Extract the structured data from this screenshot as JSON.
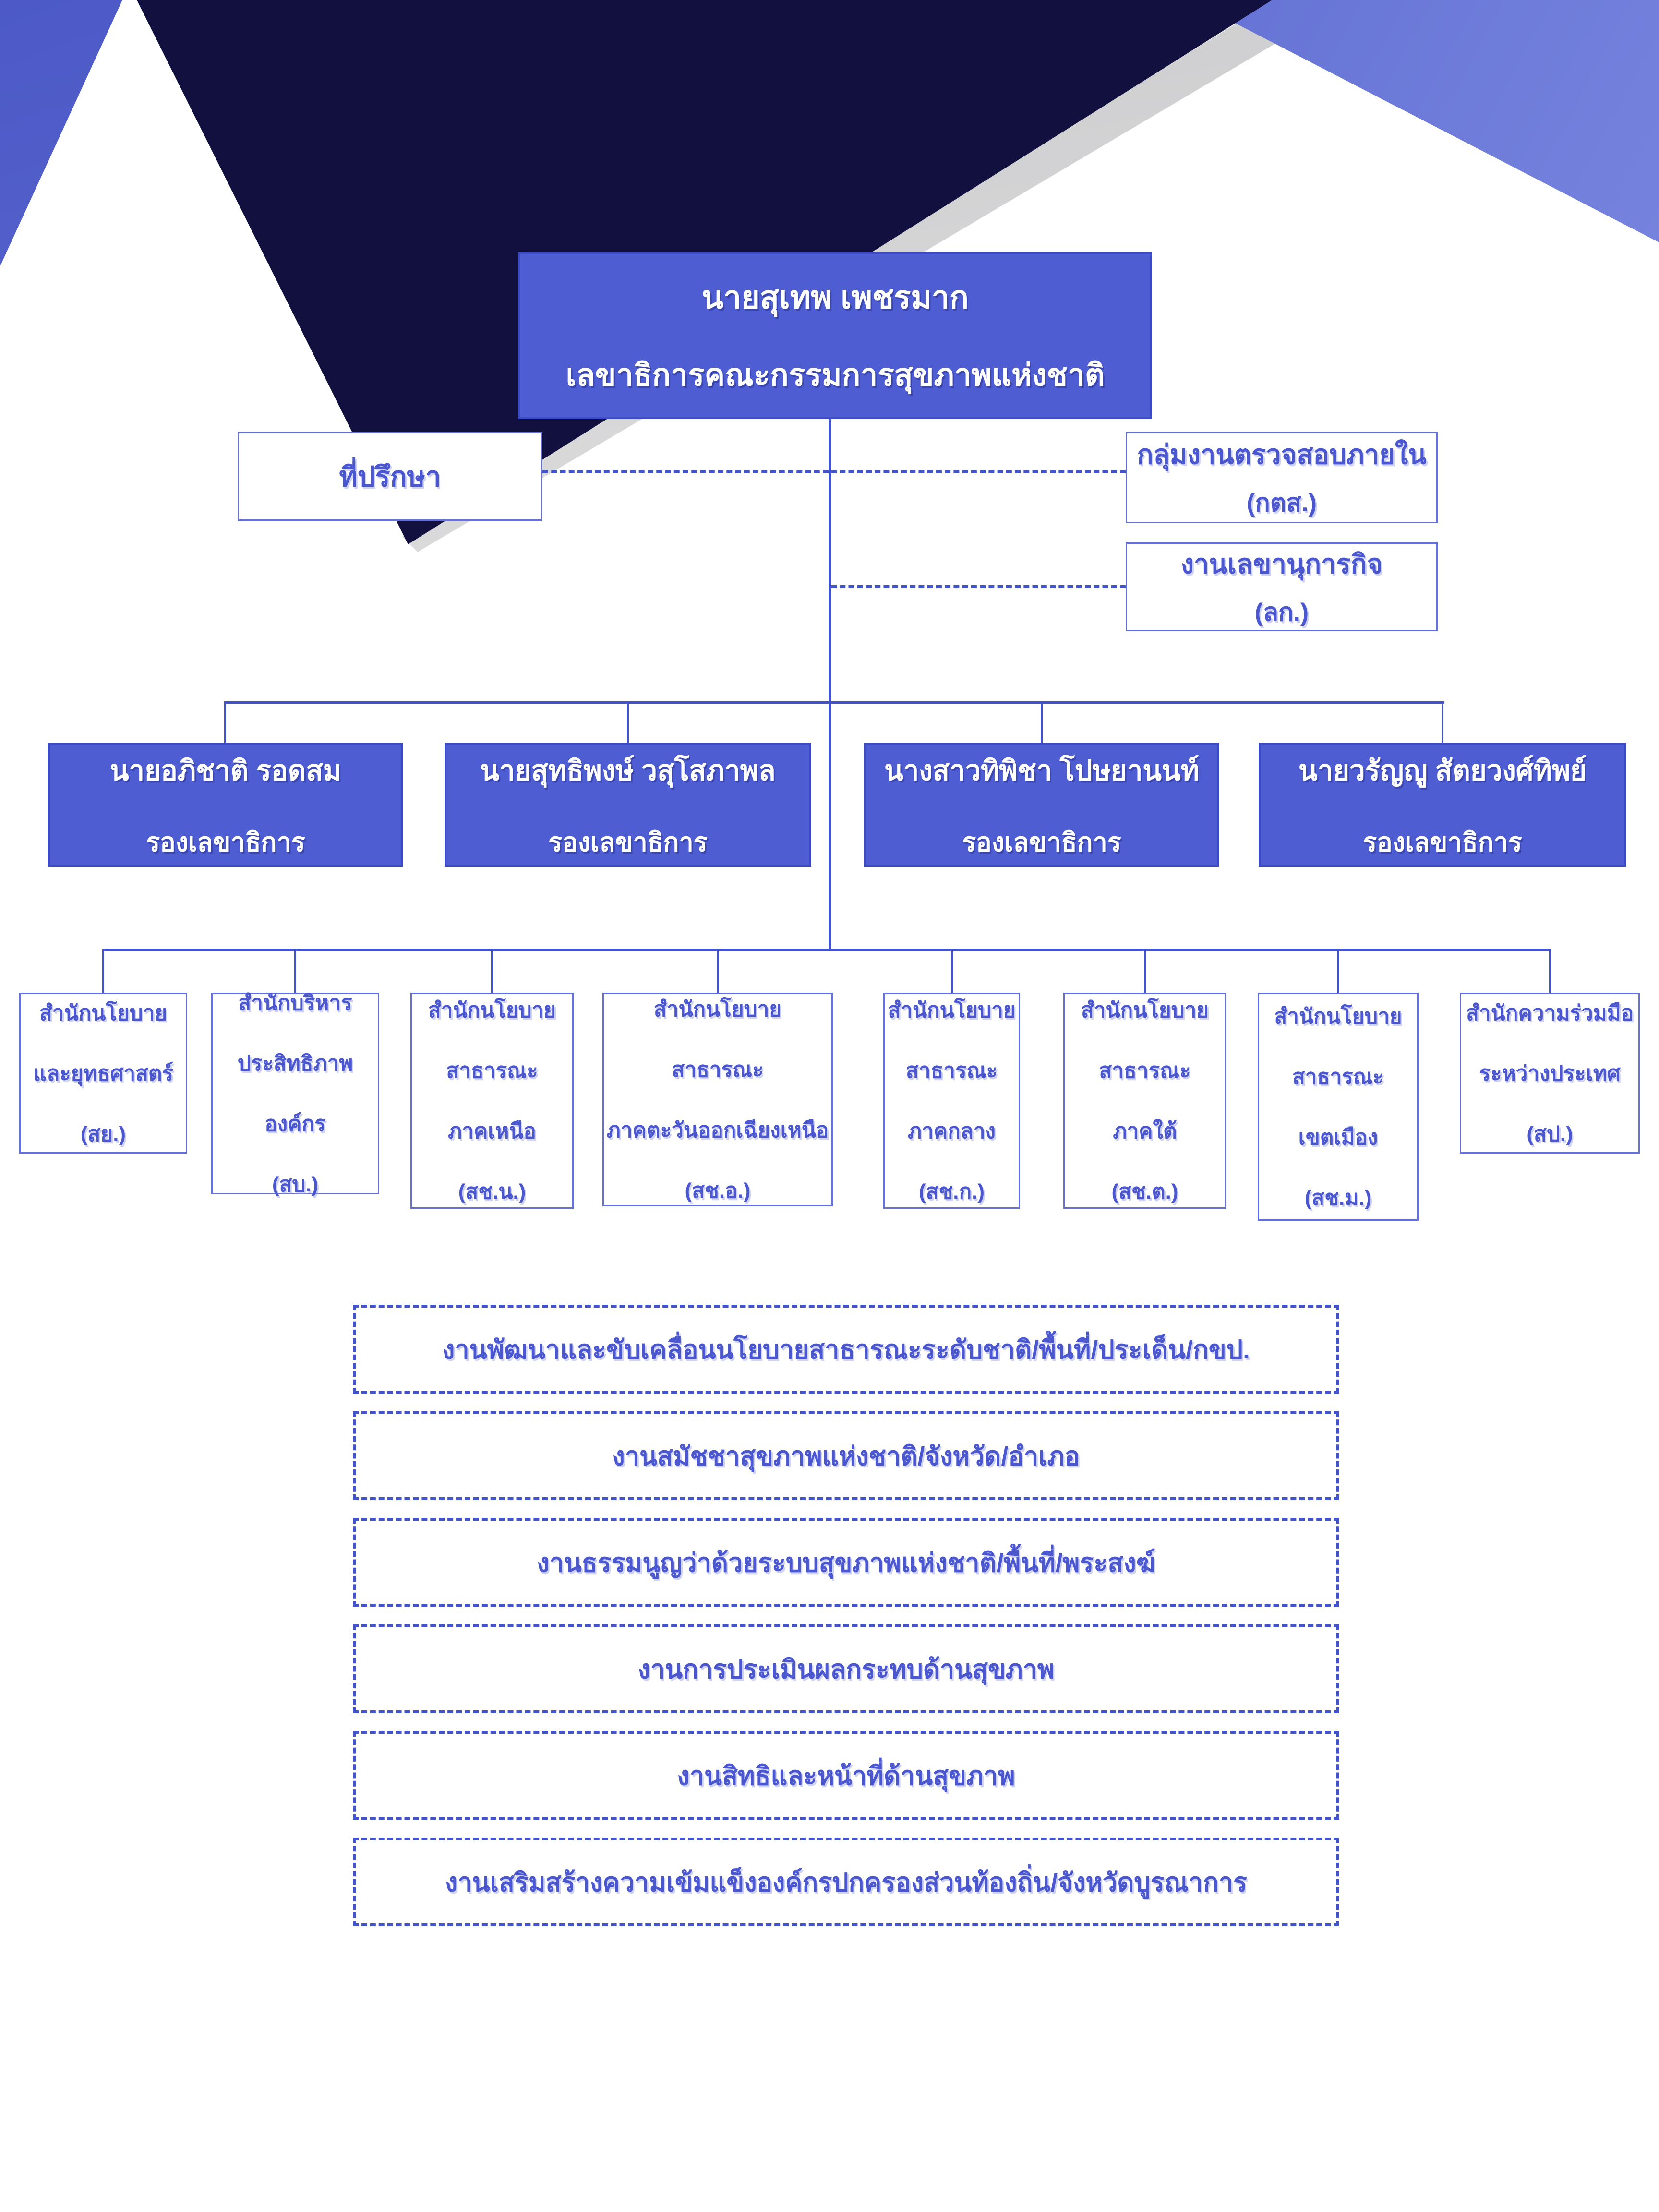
{
  "colors": {
    "box_fill": "#4e5ed2",
    "box_border": "#3b4bc8",
    "outline_border": "#6470d6",
    "text_blue": "#4a57ce",
    "connector": "#4353cc",
    "decor_navy": "#11103f",
    "decor_periwinkle_dark": "#4856c5",
    "decor_periwinkle_light": "#8b98e9"
  },
  "org": {
    "secretary": {
      "name": "นายสุเทพ เพชรมาก",
      "title": "เลขาธิการคณะกรรมการสุขภาพแห่งชาติ"
    },
    "advisor": {
      "label": "ที่ปรึกษา"
    },
    "staff_units": [
      {
        "line1": "กลุ่มงานตรวจสอบภายใน",
        "line2": "(กตส.)"
      },
      {
        "line1": "งานเลขานุการกิจ",
        "line2": "(ลก.)"
      }
    ],
    "deputies": [
      {
        "name": "นายอภิชาติ รอดสม",
        "title": "รองเลขาธิการ"
      },
      {
        "name": "นายสุทธิพงษ์ วสุโสภาพล",
        "title": "รองเลขาธิการ"
      },
      {
        "name": "นางสาวทิพิชา โปษยานนท์",
        "title": "รองเลขาธิการ"
      },
      {
        "name": "นายวรัญญู สัตยวงศ์ทิพย์",
        "title": "รองเลขาธิการ"
      }
    ],
    "departments": [
      {
        "lines": [
          "สำนักนโยบาย",
          "และยุทธศาสตร์",
          "(สย.)"
        ]
      },
      {
        "lines": [
          "สำนักบริหาร",
          "ประสิทธิภาพ",
          "องค์กร",
          "(สบ.)"
        ]
      },
      {
        "lines": [
          "สำนักนโยบาย",
          "สาธารณะ",
          "ภาคเหนือ",
          "(สช.น.)"
        ]
      },
      {
        "lines": [
          "สำนักนโยบาย",
          "สาธารณะ",
          "ภาคตะวันออกเฉียงเหนือ",
          "(สช.อ.)"
        ]
      },
      {
        "lines": [
          "สำนักนโยบาย",
          "สาธารณะ",
          "ภาคกลาง",
          "(สช.ก.)"
        ]
      },
      {
        "lines": [
          "สำนักนโยบาย",
          "สาธารณะ",
          "ภาคใต้",
          "(สช.ต.)"
        ]
      },
      {
        "lines": [
          "สำนักนโยบาย",
          "สาธารณะ",
          "เขตเมือง",
          "(สช.ม.)"
        ]
      },
      {
        "lines": [
          "สำนักความร่วมมือ",
          "ระหว่างประเทศ",
          "(สป.)"
        ]
      }
    ],
    "work_groups": [
      {
        "label": "งานพัฒนาและขับเคลื่อนนโยบายสาธารณะระดับชาติ/พื้นที่/ประเด็น/กขป."
      },
      {
        "label": "งานสมัชชาสุขภาพแห่งชาติ/จังหวัด/อำเภอ"
      },
      {
        "label": "งานธรรมนูญว่าด้วยระบบสุขภาพแห่งชาติ/พื้นที่/พระสงฆ์"
      },
      {
        "label": "งานการประเมินผลกระทบด้านสุขภาพ"
      },
      {
        "label": "งานสิทธิและหน้าที่ด้านสุขภาพ"
      },
      {
        "label": "งานเสริมสร้างความเข้มแข็งองค์กรปกครองส่วนท้องถิ่น/จังหวัดบูรณาการ"
      }
    ]
  }
}
